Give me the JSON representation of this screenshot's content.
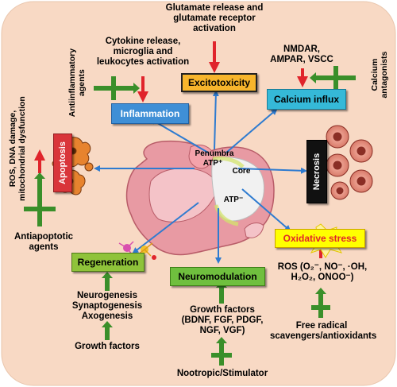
{
  "labels": {
    "glutamate": "Glutamate release and\nglutamate receptor\nactivation",
    "excitotoxicity": "Excitotoxicity",
    "cytokine": "Cytokine release,\nmicroglia and\nleukocytes activation",
    "inflammation": "Inflammation",
    "antiinflammatory": "Antiinflammatory\nagents",
    "nmdar": "NMDAR,\nAMPAR, VSCC",
    "calcium_influx": "Calcium influx",
    "calcium_antagonists": "Calcium\nantagonists",
    "ros_dna": "ROS, DNA damage,\nmitochondrial dysfunction",
    "apoptosis": "Apoptosis",
    "antiapoptotic": "Antiapoptotic\nagents",
    "necrosis": "Necrosis",
    "penumbra": "Penumbra",
    "atp_plus": "ATP⁺",
    "core": "Core",
    "atp_minus": "ATP⁻",
    "oxidative_stress": "Oxidative stress",
    "ros_species": "ROS (O₂⁻, NO⁻, ·OH,\nH₂O₂, ONOO⁻)",
    "free_radical": "Free radical\nscavengers/antioxidants",
    "regeneration": "Regeneration",
    "neurogenesis": "Neurogenesis\nSynaptogenesis\nAxogenesis",
    "growth_factors_left": "Growth factors",
    "neuromodulation": "Neuromodulation",
    "growth_factors_list": "Growth factors\n(BDNF, FGF, PDGF,\nNGF, VGF)",
    "nootropic": "Nootropic/Stimulator"
  },
  "colors": {
    "background": "#f8d9c4",
    "excitotoxicity_box": "#f7b52c",
    "inflammation_box": "#3f8fd6",
    "calcium_box": "#35b9d8",
    "apoptosis_box": "#d9353a",
    "necrosis_box": "#111111",
    "oxidative_box": "#ffff00",
    "regeneration_box": "#8fc33a",
    "neuromodulation_box": "#6fbf3e",
    "arrow_blue": "#2e7bd0",
    "arrow_red": "#e0242b",
    "inhibitor_green": "#3a8f2a"
  }
}
